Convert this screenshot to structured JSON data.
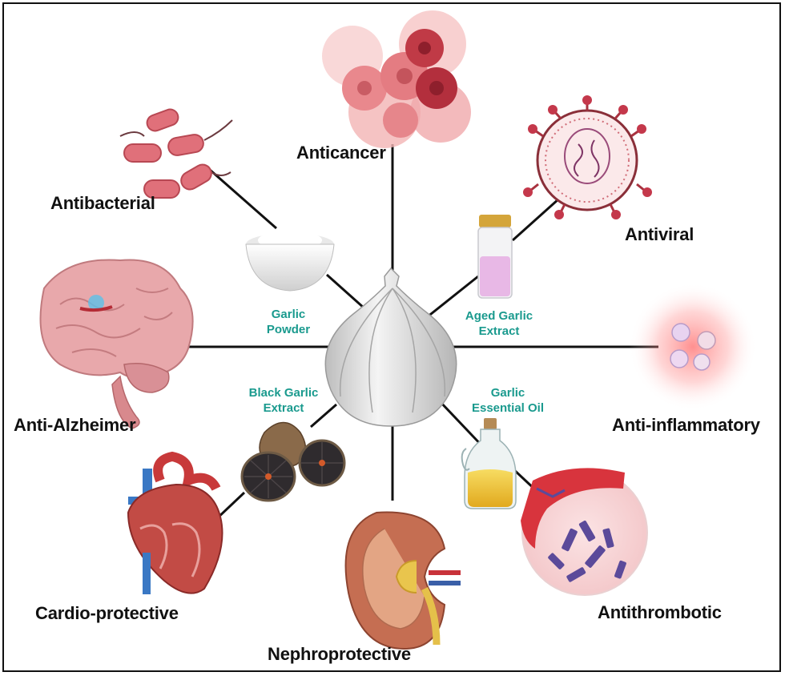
{
  "center": {
    "icon": "garlic-bulb-icon"
  },
  "effects": {
    "anticancer": "Anticancer",
    "antibacterial": "Antibacterial",
    "antiviral": "Antiviral",
    "anti_alzheimer": "Anti-Alzheimer",
    "anti_inflammatory": "Anti-inflammatory",
    "cardio": "Cardio-protective",
    "nephro": "Nephroprotective",
    "antithrombotic": "Antithrombotic"
  },
  "forms": {
    "garlic_powder": [
      "Garlic",
      "Powder"
    ],
    "aged_extract": [
      "Aged Garlic",
      "Extract"
    ],
    "black_extract": [
      "Black Garlic",
      "Extract"
    ],
    "essential_oil": [
      "Garlic",
      "Essential Oil"
    ]
  },
  "colors": {
    "line": "#111111",
    "form_label": "#1a9a8e",
    "cancer": "#c94a55",
    "bacteria": "#d9656f",
    "virus": "#a8323f",
    "brain": "#e3a3a6",
    "heart": "#b73a36",
    "kidney": "#c0694e",
    "blood": "#d8343d",
    "oil": "#f2c233"
  }
}
